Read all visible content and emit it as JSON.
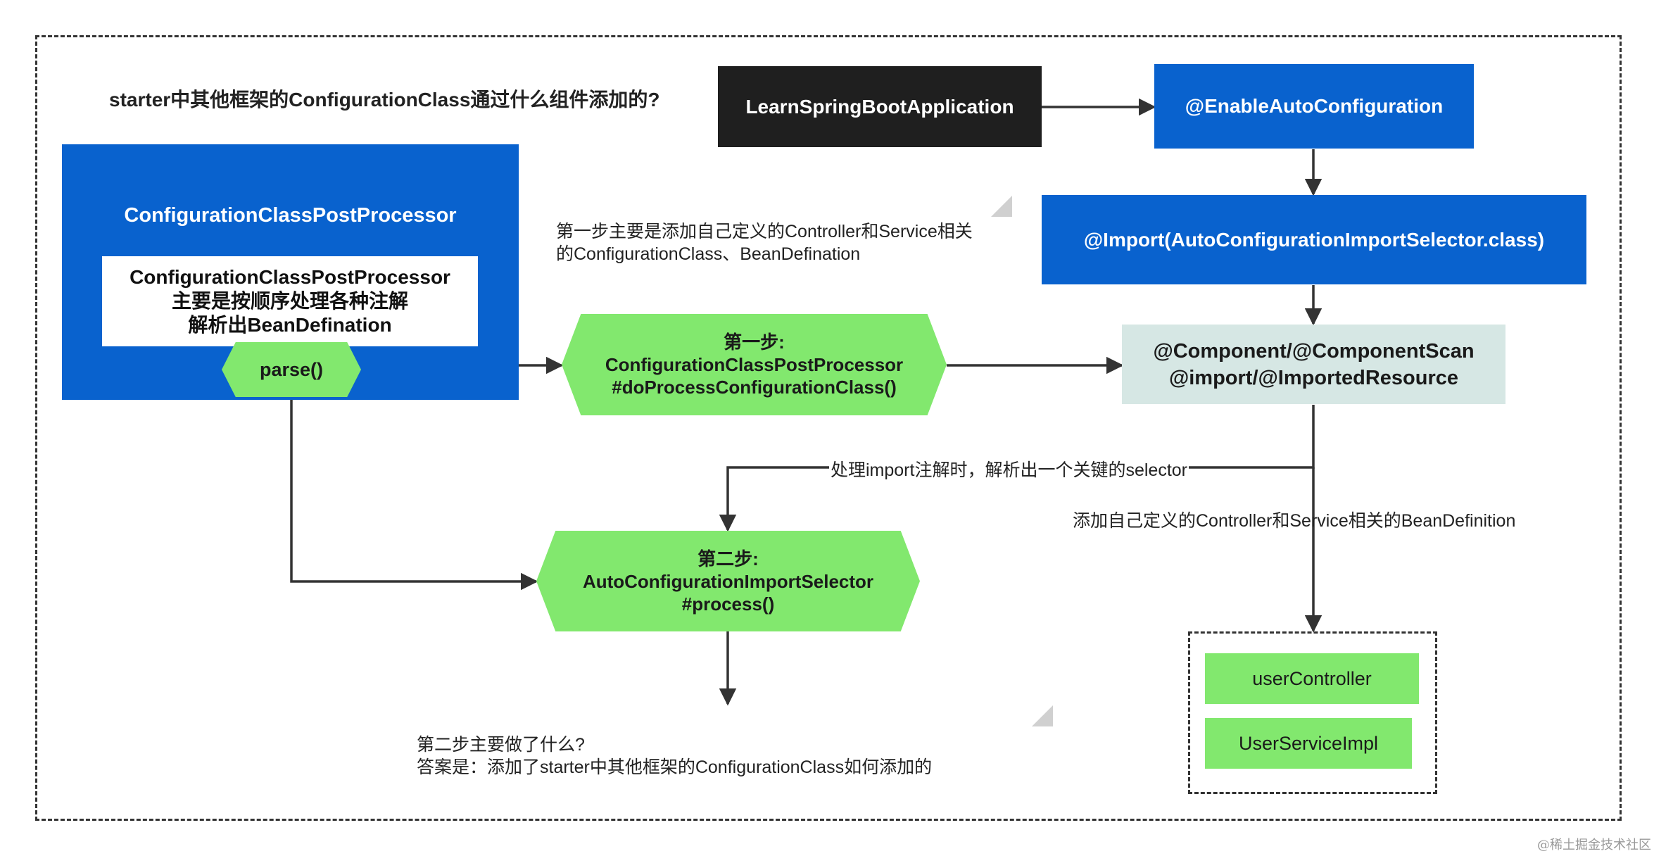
{
  "title": "starter中其他框架的ConfigurationClass通过什么组件添加的?",
  "nodes": {
    "learn_app": "LearnSpringBootApplication",
    "enable_auto": "@EnableAutoConfiguration",
    "import_selector": "@Import(AutoConfigurationImportSelector.class)",
    "component_scan_line1": "@Component/@ComponentScan",
    "component_scan_line2": "@import/@ImportedResource",
    "ccpp_title": "ConfigurationClassPostProcessor",
    "ccpp_desc_line1": "ConfigurationClassPostProcessor",
    "ccpp_desc_line2": "主要是按顺序处理各种注解",
    "ccpp_desc_line3": "解析出BeanDefination",
    "parse": "parse()",
    "step1_line1": "第一步:",
    "step1_line2": "ConfigurationClassPostProcessor",
    "step1_line3": "#doProcessConfigurationClass()",
    "step2_line1": "第二步:",
    "step2_line2": "AutoConfigurationImportSelector",
    "step2_line3": "#process()",
    "user_controller": "userController",
    "user_service_impl": "UserServiceImpl"
  },
  "notes": {
    "step1_note_line1": "第一步主要是添加自己定义的Controller和Service相关",
    "step1_note_line2": "的ConfigurationClass、BeanDefination",
    "selector_note": "处理import注解时，解析出一个关键的selector",
    "bean_def_note": "添加自己定义的Controller和Service相关的BeanDefinition",
    "step2_question": "第二步主要做了什么?",
    "step2_answer": "答案是：添加了starter中其他框架的ConfigurationClass如何添加的"
  },
  "watermark": "@稀土掘金技术社区",
  "colors": {
    "blue": "#0962ce",
    "black": "#1f1f1f",
    "teal": "#d6e7e4",
    "green": "#82e86e",
    "line": "#333333"
  }
}
